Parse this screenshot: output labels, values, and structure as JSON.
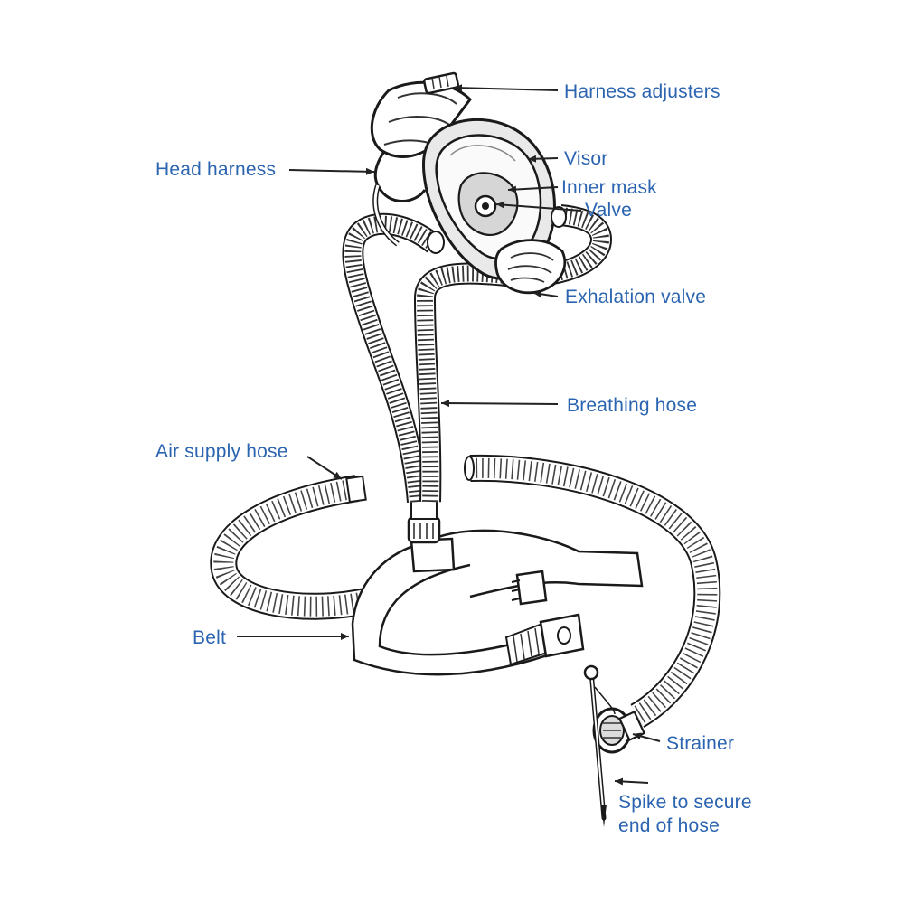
{
  "labels": {
    "harness_adjusters": "Harness adjusters",
    "visor": "Visor",
    "head_harness": "Head harness",
    "inner_mask": "Inner mask",
    "valve": "Valve",
    "exhalation_valve": "Exhalation valve",
    "breathing_hose": "Breathing hose",
    "air_supply_hose": "Air supply hose",
    "belt": "Belt",
    "strainer": "Strainer",
    "spike": "Spike to secure end of hose"
  },
  "colors": {
    "label_text": "#2b64b0",
    "leader_line": "#222222",
    "ink": "#1a1a1a"
  }
}
